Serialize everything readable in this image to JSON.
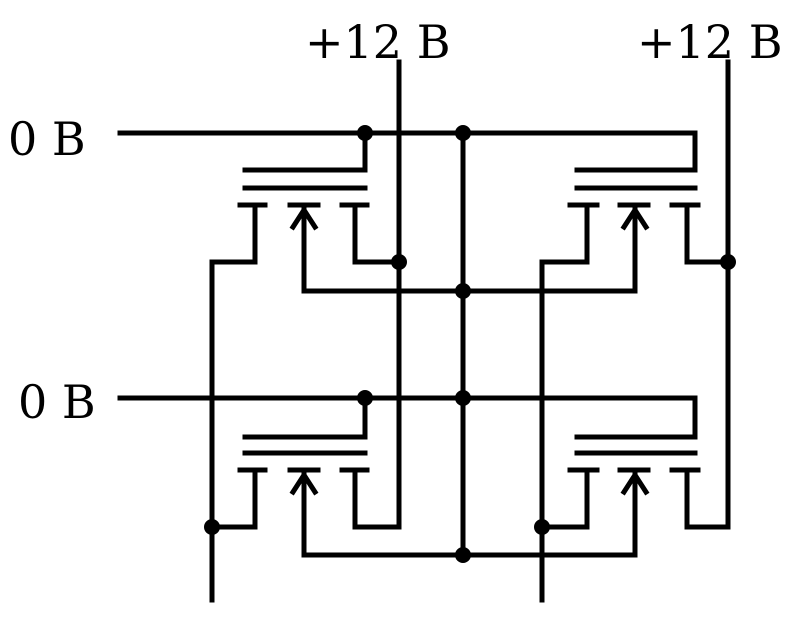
{
  "labels": {
    "supply_left": "+12 B",
    "supply_right": "+12 B",
    "ground_top": "0 B",
    "ground_bottom": "0 B"
  },
  "colors": {
    "line": "#000000",
    "background": "#ffffff"
  }
}
